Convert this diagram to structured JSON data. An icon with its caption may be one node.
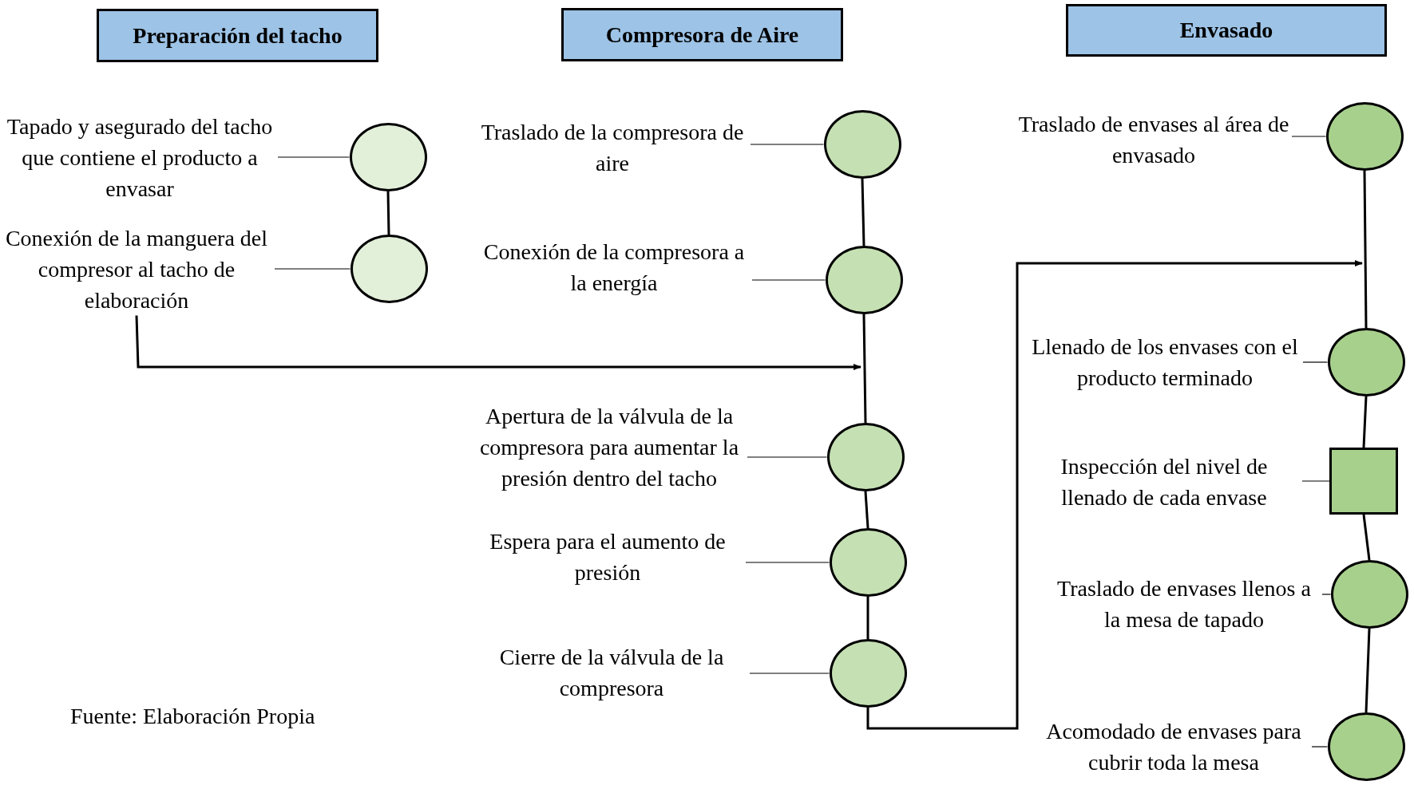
{
  "diagram": {
    "nodes": [
      {
        "text": [
          "Preparación del tacho"
        ]
      },
      {
        "text": [
          "Compresora de Aire"
        ]
      },
      {
        "text": [
          "Envasado"
        ]
      },
      {
        "text": [
          "Tapado y asegurado del tacho que contiene el producto a envasar"
        ]
      },
      {
        "text": [],
        "shape": "circle"
      },
      {
        "text": [
          "Conexión de la manguera del compresor al tacho de elaboración"
        ]
      },
      {
        "text": [],
        "shape": "circle"
      },
      {
        "text": [
          "Traslado de la compresora de aire"
        ]
      },
      {
        "text": [],
        "shape": "circle"
      },
      {
        "text": [
          "Conexión de la compresora a la energía"
        ]
      },
      {
        "text": [],
        "shape": "circle"
      },
      {
        "text": [
          "Apertura de la válvula de la compresora para aumentar la presión dentro del tacho"
        ]
      },
      {
        "text": [],
        "shape": "circle"
      },
      {
        "text": [
          "Espera para el aumento de presión"
        ]
      },
      {
        "text": [],
        "shape": "circle"
      },
      {
        "text": [
          "Cierre de la válvula de la compresora"
        ]
      },
      {
        "text": [],
        "shape": "circle"
      },
      {
        "text": [
          "Traslado de envases al área de envasado"
        ]
      },
      {
        "text": [],
        "shape": "circle"
      },
      {
        "text": [
          "Llenado de los envases con el producto terminado"
        ]
      },
      {
        "text": [],
        "shape": "circle"
      },
      {
        "text": [
          "Inspección del nivel de llenado de cada envase"
        ]
      },
      {
        "text": [],
        "shape": "box"
      },
      {
        "text": [
          "Traslado de envases llenos a la mesa de tapado"
        ]
      },
      {
        "text": [],
        "shape": "circle"
      },
      {
        "text": [
          "Acomodado de envases para cubrir toda la mesa"
        ]
      },
      {
        "text": [],
        "shape": "circle"
      }
    ],
    "edges": [
      {
        "from": 3,
        "to": 4,
        "arrow": "none"
      },
      {
        "from": 5,
        "to": 6,
        "arrow": "none"
      },
      {
        "from": 4,
        "to": 6,
        "arrow": "none"
      },
      {
        "from": 5,
        "to": null,
        "arrow": "to"
      },
      {
        "from": 7,
        "to": 8,
        "arrow": "none"
      },
      {
        "from": 9,
        "to": 10,
        "arrow": "none"
      },
      {
        "from": 11,
        "to": 12,
        "arrow": "none"
      },
      {
        "from": 13,
        "to": 14,
        "arrow": "none"
      },
      {
        "from": 15,
        "to": 16,
        "arrow": "none"
      },
      {
        "from": 8,
        "to": 10,
        "arrow": "none"
      },
      {
        "from": 10,
        "to": 12,
        "arrow": "none"
      },
      {
        "from": 12,
        "to": 14,
        "arrow": "none"
      },
      {
        "from": 14,
        "to": 16,
        "arrow": "none"
      },
      {
        "from": 16,
        "to": null,
        "arrow": "to"
      },
      {
        "from": 17,
        "to": 18,
        "arrow": "none"
      },
      {
        "from": 19,
        "to": 20,
        "arrow": "none"
      },
      {
        "from": 21,
        "to": 22,
        "arrow": "none"
      },
      {
        "from": 23,
        "to": 24,
        "arrow": "none"
      },
      {
        "from": 25,
        "to": 26,
        "arrow": "none"
      },
      {
        "from": 18,
        "to": 20,
        "arrow": "none"
      },
      {
        "from": 20,
        "to": 22,
        "arrow": "none"
      },
      {
        "from": 22,
        "to": 24,
        "arrow": "none"
      },
      {
        "from": 24,
        "to": 26,
        "arrow": "none"
      }
    ],
    "labels": [
      "Fuente: Elaboración Propia"
    ]
  }
}
